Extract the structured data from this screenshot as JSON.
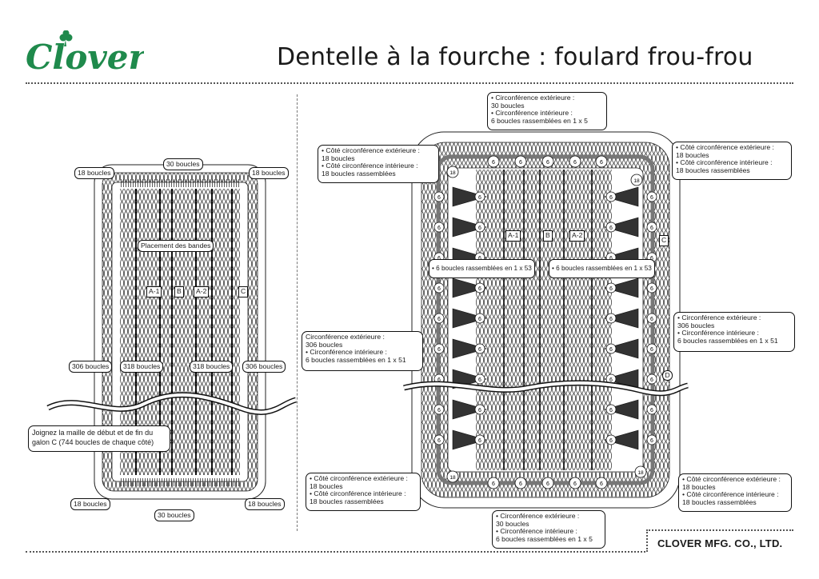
{
  "brand": {
    "logo_text": "Clover",
    "green": "#1f8a4c"
  },
  "title": "Dentelle à la fourche : foulard frou-frou",
  "footer": "CLOVER MFG. CO., LTD.",
  "left_diagram": {
    "corner_labels": [
      "18 boucles",
      "18 boucles",
      "18 boucles",
      "18 boucles"
    ],
    "top_count": "30 boucles",
    "bottom_count": "30 boucles",
    "placement": "Placement des bandes",
    "strips": [
      "A-1",
      "B",
      "A-2",
      "C"
    ],
    "side_counts": [
      "306 boucles",
      "318 boucles",
      "318 boucles",
      "306 boucles"
    ],
    "join_note_line1": "Joignez la maille de début et de fin du",
    "join_note_line2": "galon C (744 boucles de chaque côté)"
  },
  "right_diagram": {
    "top_box": [
      "• Circonférence extérieure :",
      "30 boucles",
      "• Circonférence intérieure :",
      "6 boucles rassemblées en 1 x 5"
    ],
    "bottom_box": [
      "• Circonférence extérieure :",
      "30 boucles",
      "• Circonférence intérieure :",
      "6 boucles rassemblées en 1 x 5"
    ],
    "corner_tl": [
      "• Côté circonférence extérieure :",
      "18 boucles",
      "• Côté circonférence intérieure :",
      "18 boucles rassemblées"
    ],
    "corner_tr": [
      "• Côté circonférence extérieure :",
      "18 boucles",
      "• Côté circonférence intérieure :",
      "18 boucles rassemblées"
    ],
    "corner_bl": [
      "• Côté circonférence extérieure :",
      "18 boucles",
      "• Côté circonférence intérieure :",
      "18 boucles rassemblées"
    ],
    "corner_br": [
      "• Côté circonférence extérieure :",
      "18 boucles",
      "• Côté circonférence intérieure :",
      "18 boucles rassemblées"
    ],
    "side_left": [
      "Circonférence extérieure :",
      "306 boucles",
      "• Circonférence intérieure :",
      "6 boucles rassemblées en 1 x 51"
    ],
    "side_right": [
      "• Circonférence extérieure :",
      "306 boucles",
      "• Circonférence intérieure :",
      "6 boucles rassemblées en 1 x 51"
    ],
    "center_left": "• 6 boucles rassemblées en 1 x 53",
    "center_right": "• 6 boucles rassemblées en 1 x 53",
    "strips": [
      "A-1",
      "B",
      "A-2",
      "C",
      "D"
    ],
    "marker_six": "6",
    "marker_corner": "18"
  }
}
